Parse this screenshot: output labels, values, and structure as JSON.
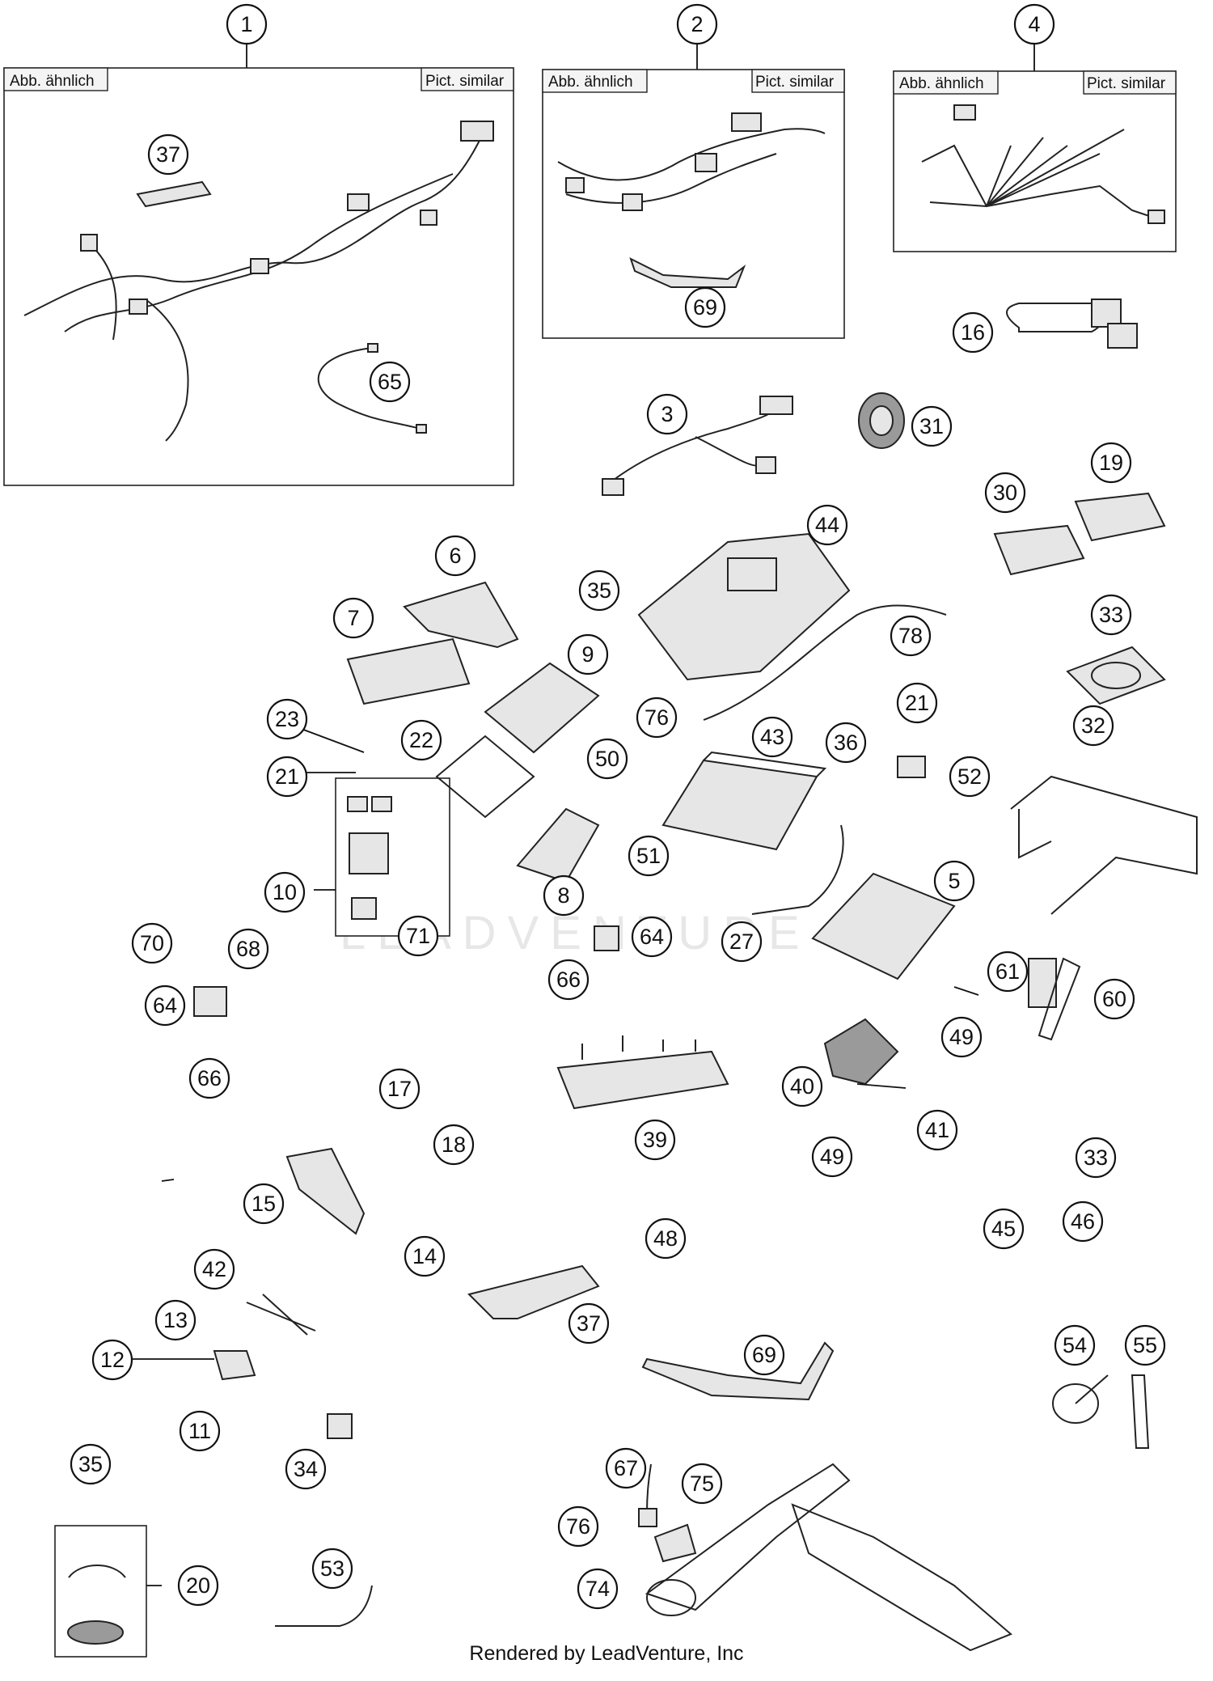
{
  "boxes": {
    "box1": {
      "label_left": "Abb. ähnlich",
      "label_right": "Pict. similar"
    },
    "box2": {
      "label_left": "Abb. ähnlich",
      "label_right": "Pict. similar"
    },
    "box4": {
      "label_left": "Abb. ähnlich",
      "label_right": "Pict. similar"
    }
  },
  "watermark": "LEADVENTURE",
  "footer": "Rendered by LeadVenture, Inc"
}
